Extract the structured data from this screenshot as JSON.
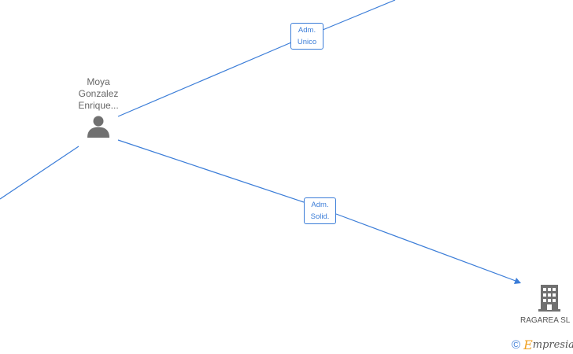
{
  "colors": {
    "edge": "#3b7dd8",
    "node_icon": "#707070",
    "node_text": "#666666",
    "brand_accent": "#f0a020"
  },
  "person": {
    "name_lines": [
      "Moya",
      "Gonzalez",
      "Enrique..."
    ],
    "icon": "person-icon"
  },
  "edges": [
    {
      "label_lines": [
        "Adm.",
        "Unico"
      ]
    },
    {
      "label_lines": [
        "Adm.",
        "Solid."
      ]
    }
  ],
  "company": {
    "name": "RAGAREA SL",
    "icon": "building-icon"
  },
  "watermark": {
    "symbol": "©",
    "brand_first": "E",
    "brand_rest": "mpresia"
  }
}
